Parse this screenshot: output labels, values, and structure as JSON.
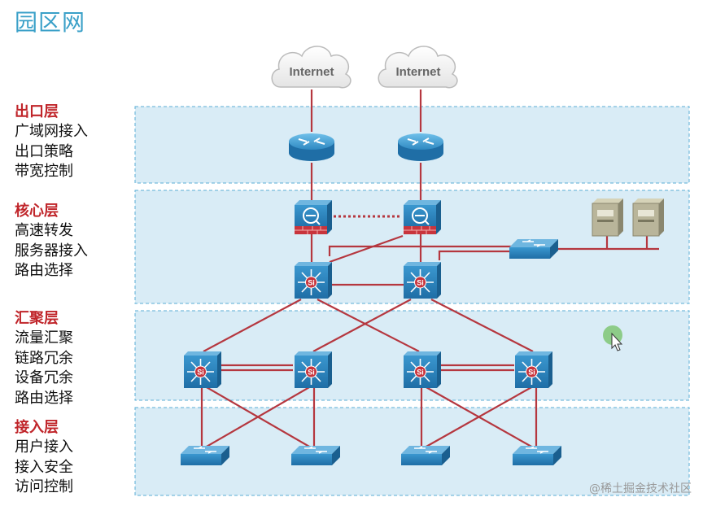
{
  "title": "园区网",
  "layers": [
    {
      "name": "出口层",
      "items": [
        "广域网接入",
        "出口策略",
        "带宽控制"
      ]
    },
    {
      "name": "核心层",
      "items": [
        "高速转发",
        "服务器接入",
        "路由选择"
      ]
    },
    {
      "name": "汇聚层",
      "items": [
        "流量汇聚",
        "链路冗余",
        "设备冗余",
        "路由选择"
      ]
    },
    {
      "name": "接入层",
      "items": [
        "用户接入",
        "接入安全",
        "访问控制"
      ]
    }
  ],
  "clouds": [
    "Internet",
    "Internet"
  ],
  "switch_symbol": "Si",
  "colors": {
    "band_fill": "#d9ecf6",
    "band_border": "#5aaed6",
    "link": "#b5373f",
    "device": "#2e86bf"
  },
  "watermark": "@稀土掘金技术社区"
}
